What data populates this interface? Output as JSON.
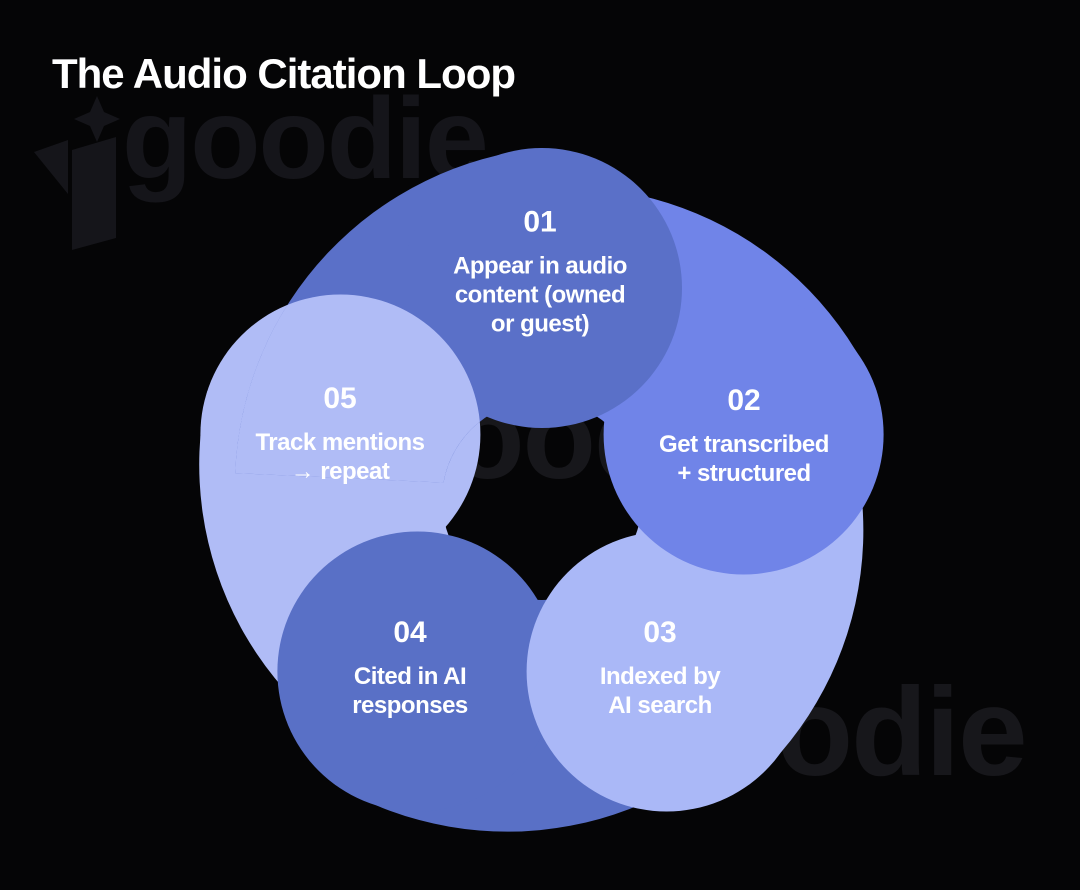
{
  "title": "The Audio Citation Loop",
  "background_color": "#050506",
  "text_color": "#ffffff",
  "watermark": {
    "brand": "goodie",
    "color": "#17171b",
    "logo_icon": "goodie-sparkle-logo"
  },
  "diagram": {
    "type": "cycle",
    "step_count": 5,
    "steps": [
      {
        "number": "01",
        "label": "Appear in audio content (owned or guest)",
        "lines": [
          "Appear in audio",
          "content (owned",
          "or guest)"
        ],
        "color": "#5a70c8",
        "position": "top"
      },
      {
        "number": "02",
        "label": "Get transcribed + structured",
        "lines": [
          "Get transcribed",
          "+ structured"
        ],
        "color": "#7084e8",
        "position": "right"
      },
      {
        "number": "03",
        "label": "Indexed by AI search",
        "lines": [
          "Indexed by",
          "AI search"
        ],
        "color": "#aab8f7",
        "position": "bottom-right"
      },
      {
        "number": "04",
        "label": "Cited in AI responses",
        "lines": [
          "Cited in AI",
          "responses"
        ],
        "color": "#5970c6",
        "position": "bottom-left"
      },
      {
        "number": "05",
        "label": "Track mentions → repeat",
        "lines": [
          "Track mentions",
          "→ repeat"
        ],
        "color": "#b0bcf6",
        "position": "left"
      }
    ]
  }
}
